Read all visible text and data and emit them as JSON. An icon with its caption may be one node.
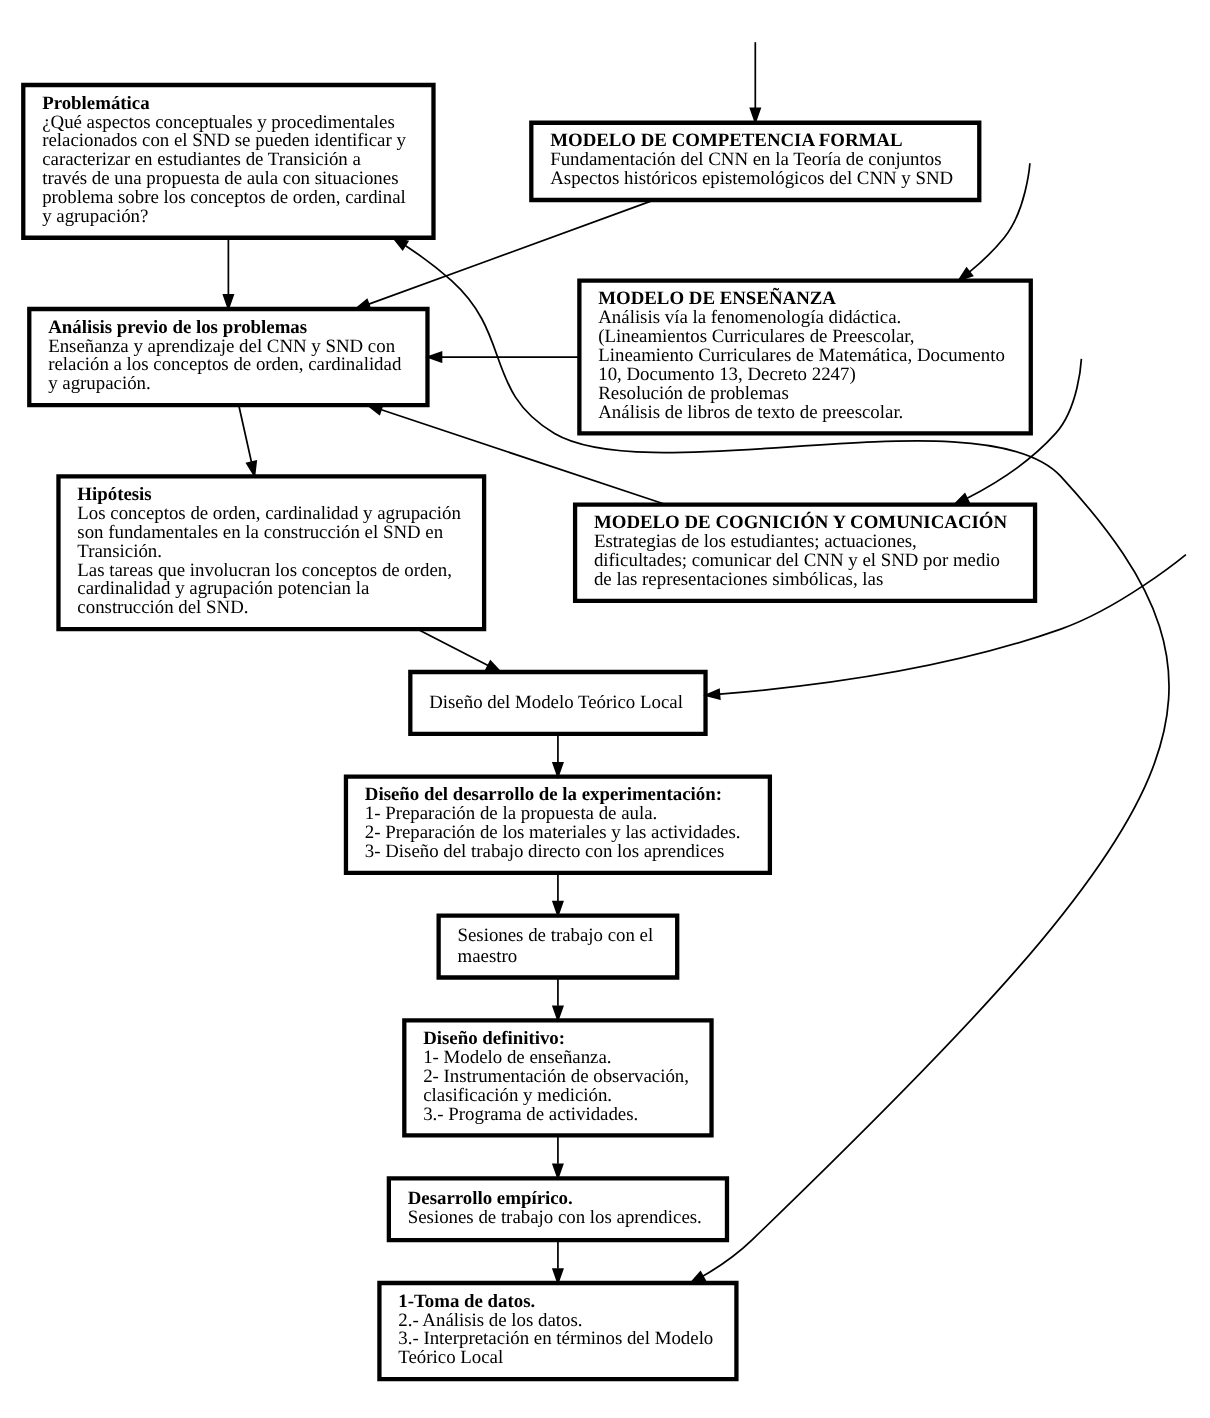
{
  "diagram": {
    "nodes": [
      {
        "text": [
          "Problemática",
          "¿Qué aspectos conceptuales y procedimentales relacionados con el SND se pueden identificar y caracterizar en estudiantes de Transición a través de una propuesta de aula con situaciones problema sobre los conceptos de orden, cardinal y agrupación?"
        ]
      },
      {
        "text": [
          "Análisis previo de los problemas",
          "Enseñanza y aprendizaje del CNN y SND con relación a los conceptos de orden, cardinalidad y agrupación."
        ]
      },
      {
        "text": [
          "Hipótesis",
          "Los conceptos de orden, cardinalidad y agrupación son fundamentales en la construcción el SND en Transición.",
          "Las tareas que involucran los conceptos de orden, cardinalidad y agrupación potencian la construcción del SND."
        ]
      },
      {
        "text": [
          "MODELO DE COMPETENCIA FORMAL",
          "Fundamentación del CNN en la Teoría de conjuntos",
          "Aspectos históricos epistemológicos del CNN y SND"
        ]
      },
      {
        "text": [
          "MODELO DE ENSEÑANZA",
          "Análisis vía la fenomenología didáctica.",
          "(Lineamientos Curriculares de Preescolar, Lineamiento Curriculares de Matemática, Documento 10, Documento 13, Decreto 2247)",
          "Resolución de problemas",
          "Análisis de libros de texto de preescolar."
        ]
      },
      {
        "text": [
          "MODELO DE COGNICIÓN Y COMUNICACIÓN",
          "Estrategias de los estudiantes; actuaciones, dificultades; comunicar del CNN y el SND por medio de las representaciones simbólicas, las"
        ]
      },
      {
        "text": [
          "Diseño del Modelo Teórico Local"
        ]
      },
      {
        "text": [
          "Diseño del desarrollo de la experimentación:",
          "1- Preparación de la propuesta de aula.",
          "2- Preparación de los materiales y las actividades.",
          "3- Diseño del trabajo directo con los aprendices"
        ]
      },
      {
        "text": [
          "Sesiones de trabajo con el maestro"
        ]
      },
      {
        "text": [
          "Diseño definitivo:",
          "1- Modelo de enseñanza.",
          "2- Instrumentación de observación, clasificación y medición.",
          "3.- Programa de actividades."
        ]
      },
      {
        "text": [
          "Desarrollo empírico.",
          "Sesiones de trabajo con los aprendices."
        ]
      },
      {
        "text": [
          "1-Toma de datos.",
          "2.- Análisis de los datos.",
          "3.- Interpretación en términos del Modelo Teórico Local"
        ]
      }
    ],
    "edges": [
      {
        "from": 0,
        "to": 1,
        "arrow": "to"
      },
      {
        "from": 3,
        "to": 1,
        "arrow": "to"
      },
      {
        "from": 4,
        "to": 1,
        "arrow": "to"
      },
      {
        "from": 5,
        "to": 1,
        "arrow": "to"
      },
      {
        "from": 1,
        "to": 2,
        "arrow": "to"
      },
      {
        "from": null,
        "to": 3,
        "arrow": "to"
      },
      {
        "from": null,
        "to": 4,
        "arrow": "to"
      },
      {
        "from": null,
        "to": 5,
        "arrow": "to"
      },
      {
        "from": null,
        "to": 6,
        "arrow": "to"
      },
      {
        "from": 2,
        "to": 6,
        "arrow": "to"
      },
      {
        "from": 6,
        "to": 7,
        "arrow": "to"
      },
      {
        "from": 7,
        "to": 8,
        "arrow": "to"
      },
      {
        "from": 8,
        "to": 9,
        "arrow": "to"
      },
      {
        "from": 9,
        "to": 10,
        "arrow": "to"
      },
      {
        "from": 10,
        "to": 11,
        "arrow": "to"
      },
      {
        "from": 11,
        "to": 0,
        "arrow": "both"
      }
    ]
  }
}
